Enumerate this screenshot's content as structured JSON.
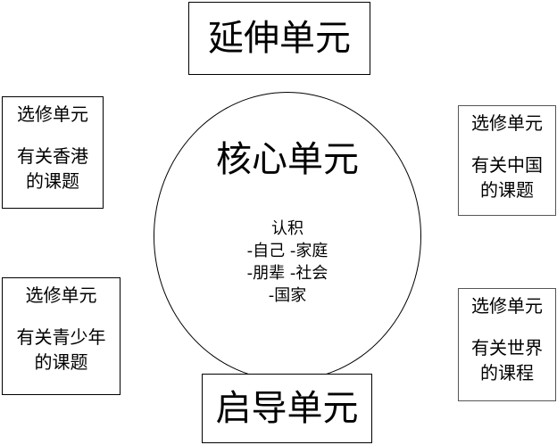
{
  "top_box": "延伸单元",
  "bottom_box": "启导单元",
  "core": {
    "title": "核心单元",
    "heading": "认积",
    "lines": [
      "-自己 -家庭",
      "-朋辈 -社会",
      "-国家"
    ]
  },
  "electives": {
    "top_left": {
      "title": "选修单元",
      "line1": "有关香港",
      "line2": "的课题"
    },
    "bottom_left": {
      "title": "选修单元",
      "line1": "有关青少年",
      "line2": "的课题"
    },
    "top_right": {
      "title": "选修单元",
      "line1": "有关中国",
      "line2": "的课题"
    },
    "bottom_right": {
      "title": "选修单元",
      "line1": "有关世界",
      "line2": "的课程"
    }
  }
}
